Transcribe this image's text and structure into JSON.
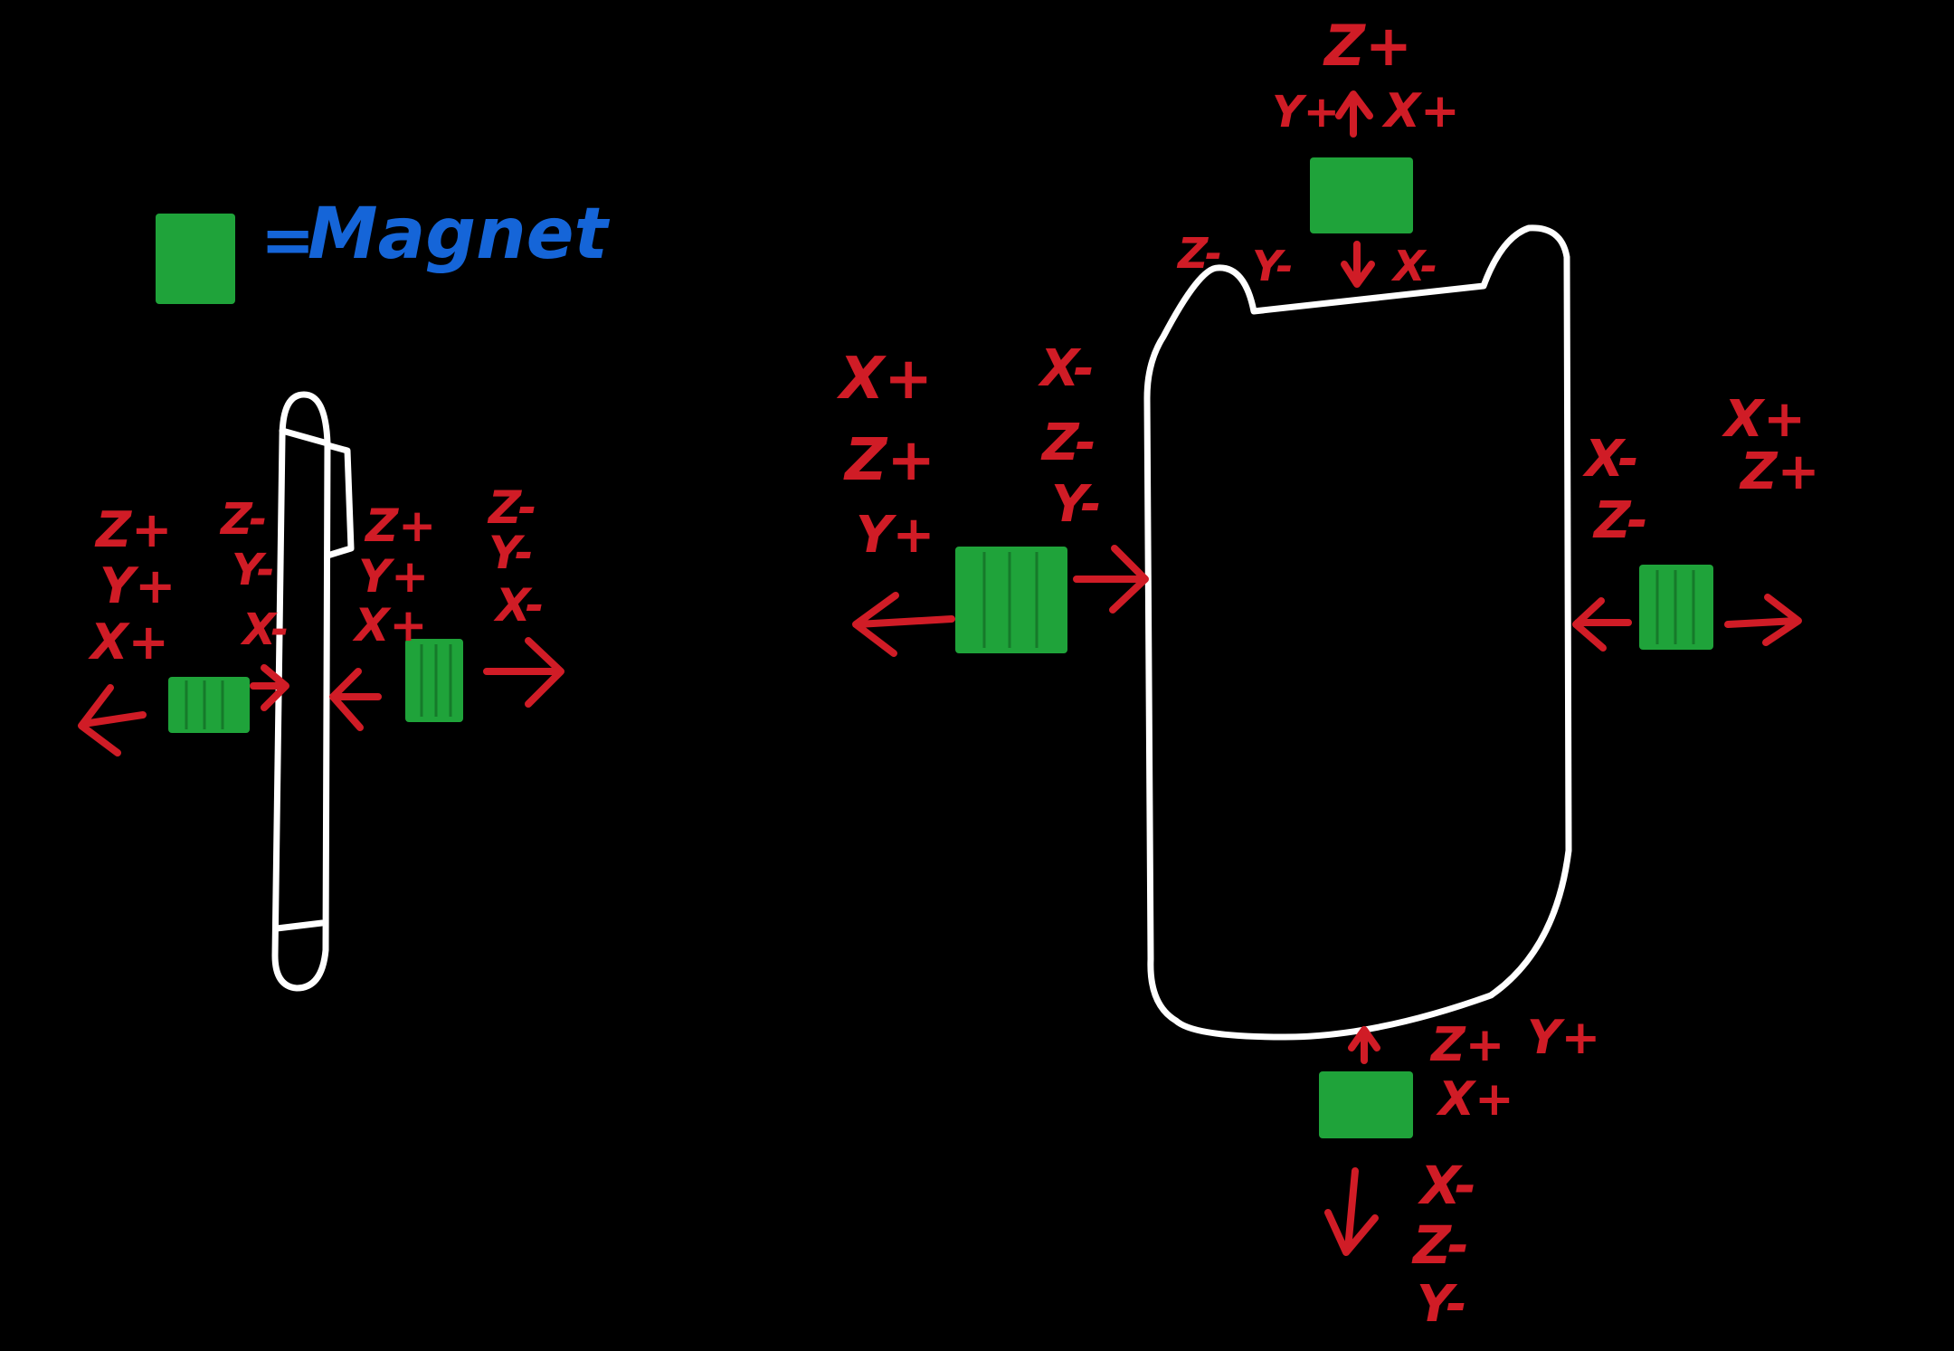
{
  "legend": {
    "equals": "=",
    "text": "Magnet"
  },
  "colors": {
    "background": "#000000",
    "outline": "#ffffff",
    "label_red": "#d01c26",
    "magnet_green": "#1fa33a",
    "legend_blue": "#1565d8"
  },
  "pen": {
    "left_outer_labels": [
      "Z+",
      "Y+",
      "X+"
    ],
    "left_inner_labels": [
      "Z-",
      "Y-",
      "X-"
    ],
    "right_inner_labels": [
      "Z+",
      "Y+",
      "X+"
    ],
    "right_outer_labels": [
      "Z-",
      "Y-",
      "X-"
    ]
  },
  "phone": {
    "top_upper_labels": [
      "Z+",
      "Y+",
      "X+"
    ],
    "top_lower_labels": [
      "Z-",
      "Y-",
      "X-"
    ],
    "left_outer_labels": [
      "X+",
      "Z+",
      "Y+"
    ],
    "left_inner_labels": [
      "X-",
      "Z-",
      "Y-"
    ],
    "right_inner_labels": [
      "X-",
      "Z-"
    ],
    "right_outer_labels": [
      "X+",
      "Z+"
    ],
    "bottom_upper_labels": [
      "Z+",
      "Y+",
      "X+"
    ],
    "bottom_lower_labels": [
      "X-",
      "Z-",
      "Y-"
    ]
  }
}
